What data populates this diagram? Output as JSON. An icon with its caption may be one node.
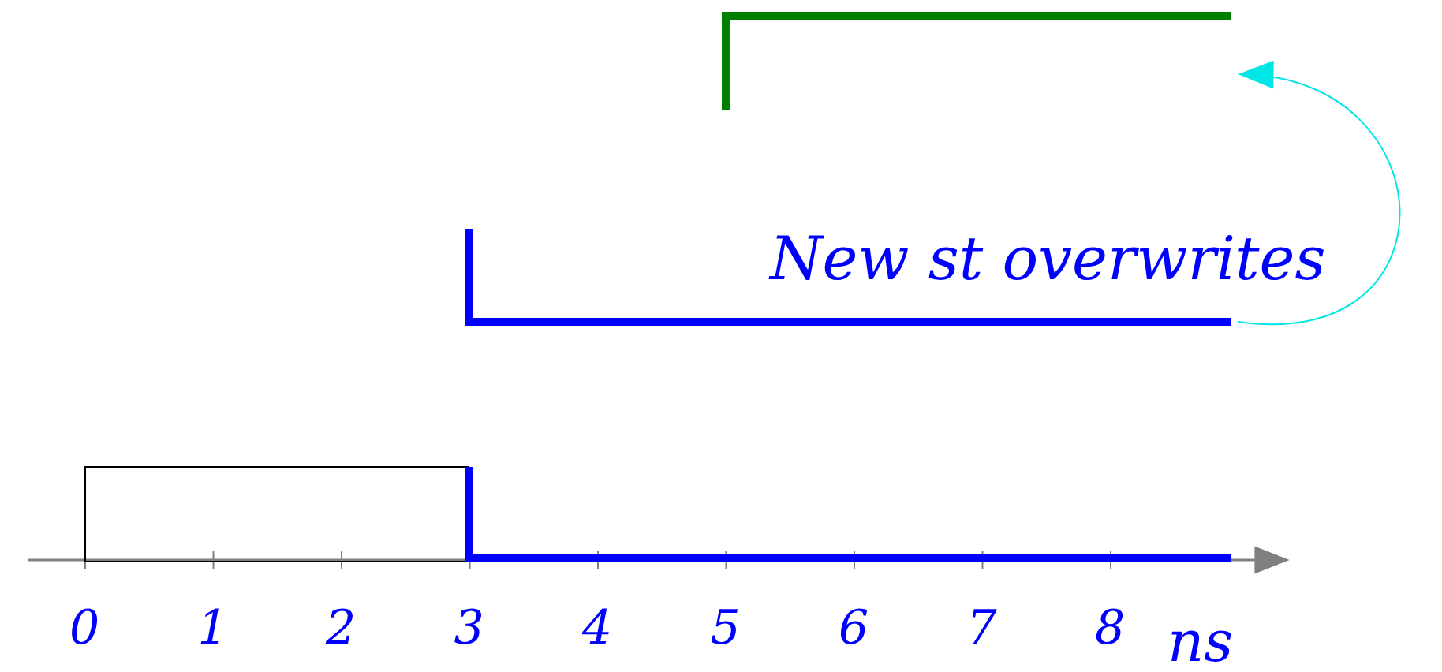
{
  "diagram": {
    "nodes": [
      {
        "text": [],
        "shape": "line"
      },
      {
        "text": [],
        "shape": "line"
      },
      {
        "text": [],
        "shape": "box"
      },
      {
        "text": [],
        "shape": "line"
      }
    ],
    "edges": [
      {
        "from": 1,
        "to": 0,
        "arrow": "to",
        "color": "#00e5e5"
      }
    ],
    "labels": [
      "0",
      "1",
      "2",
      "3",
      "4",
      "5",
      "6",
      "7",
      "8",
      "ns",
      "New st overwrites"
    ]
  }
}
